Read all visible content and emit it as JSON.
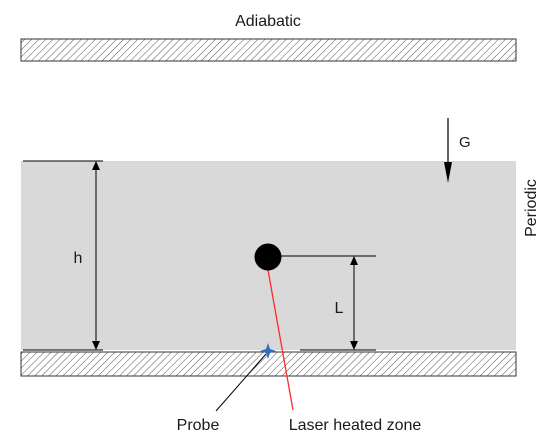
{
  "labels": {
    "top_wall": "Adiabatic",
    "side": "Periodic",
    "gravity": "G",
    "height": "h",
    "distance": "L",
    "probe": "Probe",
    "laser": "Laser heated zone"
  },
  "colors": {
    "fluid": "#d9d9d9",
    "wall_stroke": "#333333",
    "hatch": "#555555",
    "laser_line": "#ff2a2a",
    "probe_marker": "#2f6fbf",
    "particle": "#000000"
  }
}
